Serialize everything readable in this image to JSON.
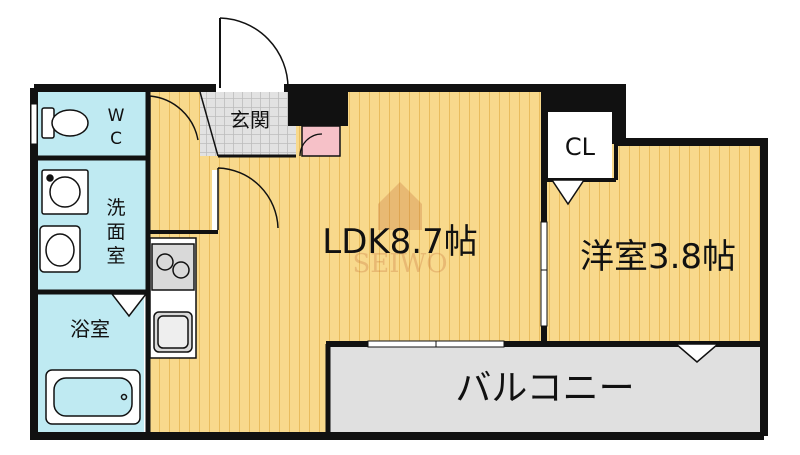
{
  "floor_plan": {
    "rooms": {
      "wc": {
        "label_top": "W",
        "label_bottom": "C"
      },
      "entrance": {
        "label": "玄関"
      },
      "closet": {
        "label": "CL"
      },
      "washroom": {
        "label_1": "洗",
        "label_2": "面",
        "label_3": "室"
      },
      "ldk": {
        "label": "LDK8.7帖"
      },
      "western_room": {
        "label": "洋室3.8帖"
      },
      "bathroom": {
        "label": "浴室"
      },
      "balcony": {
        "label": "バルコニー"
      }
    },
    "watermark": {
      "text": "SEIWO"
    },
    "colors": {
      "floor_wood": "#f8d98c",
      "floor_line": "#e9bd5e",
      "wet_area": "#bfeaf2",
      "entrance_tile": "#e2e2e2",
      "balcony": "#e0e0e0",
      "wall": "#111111",
      "accent_pink": "#f6c1c8"
    }
  }
}
